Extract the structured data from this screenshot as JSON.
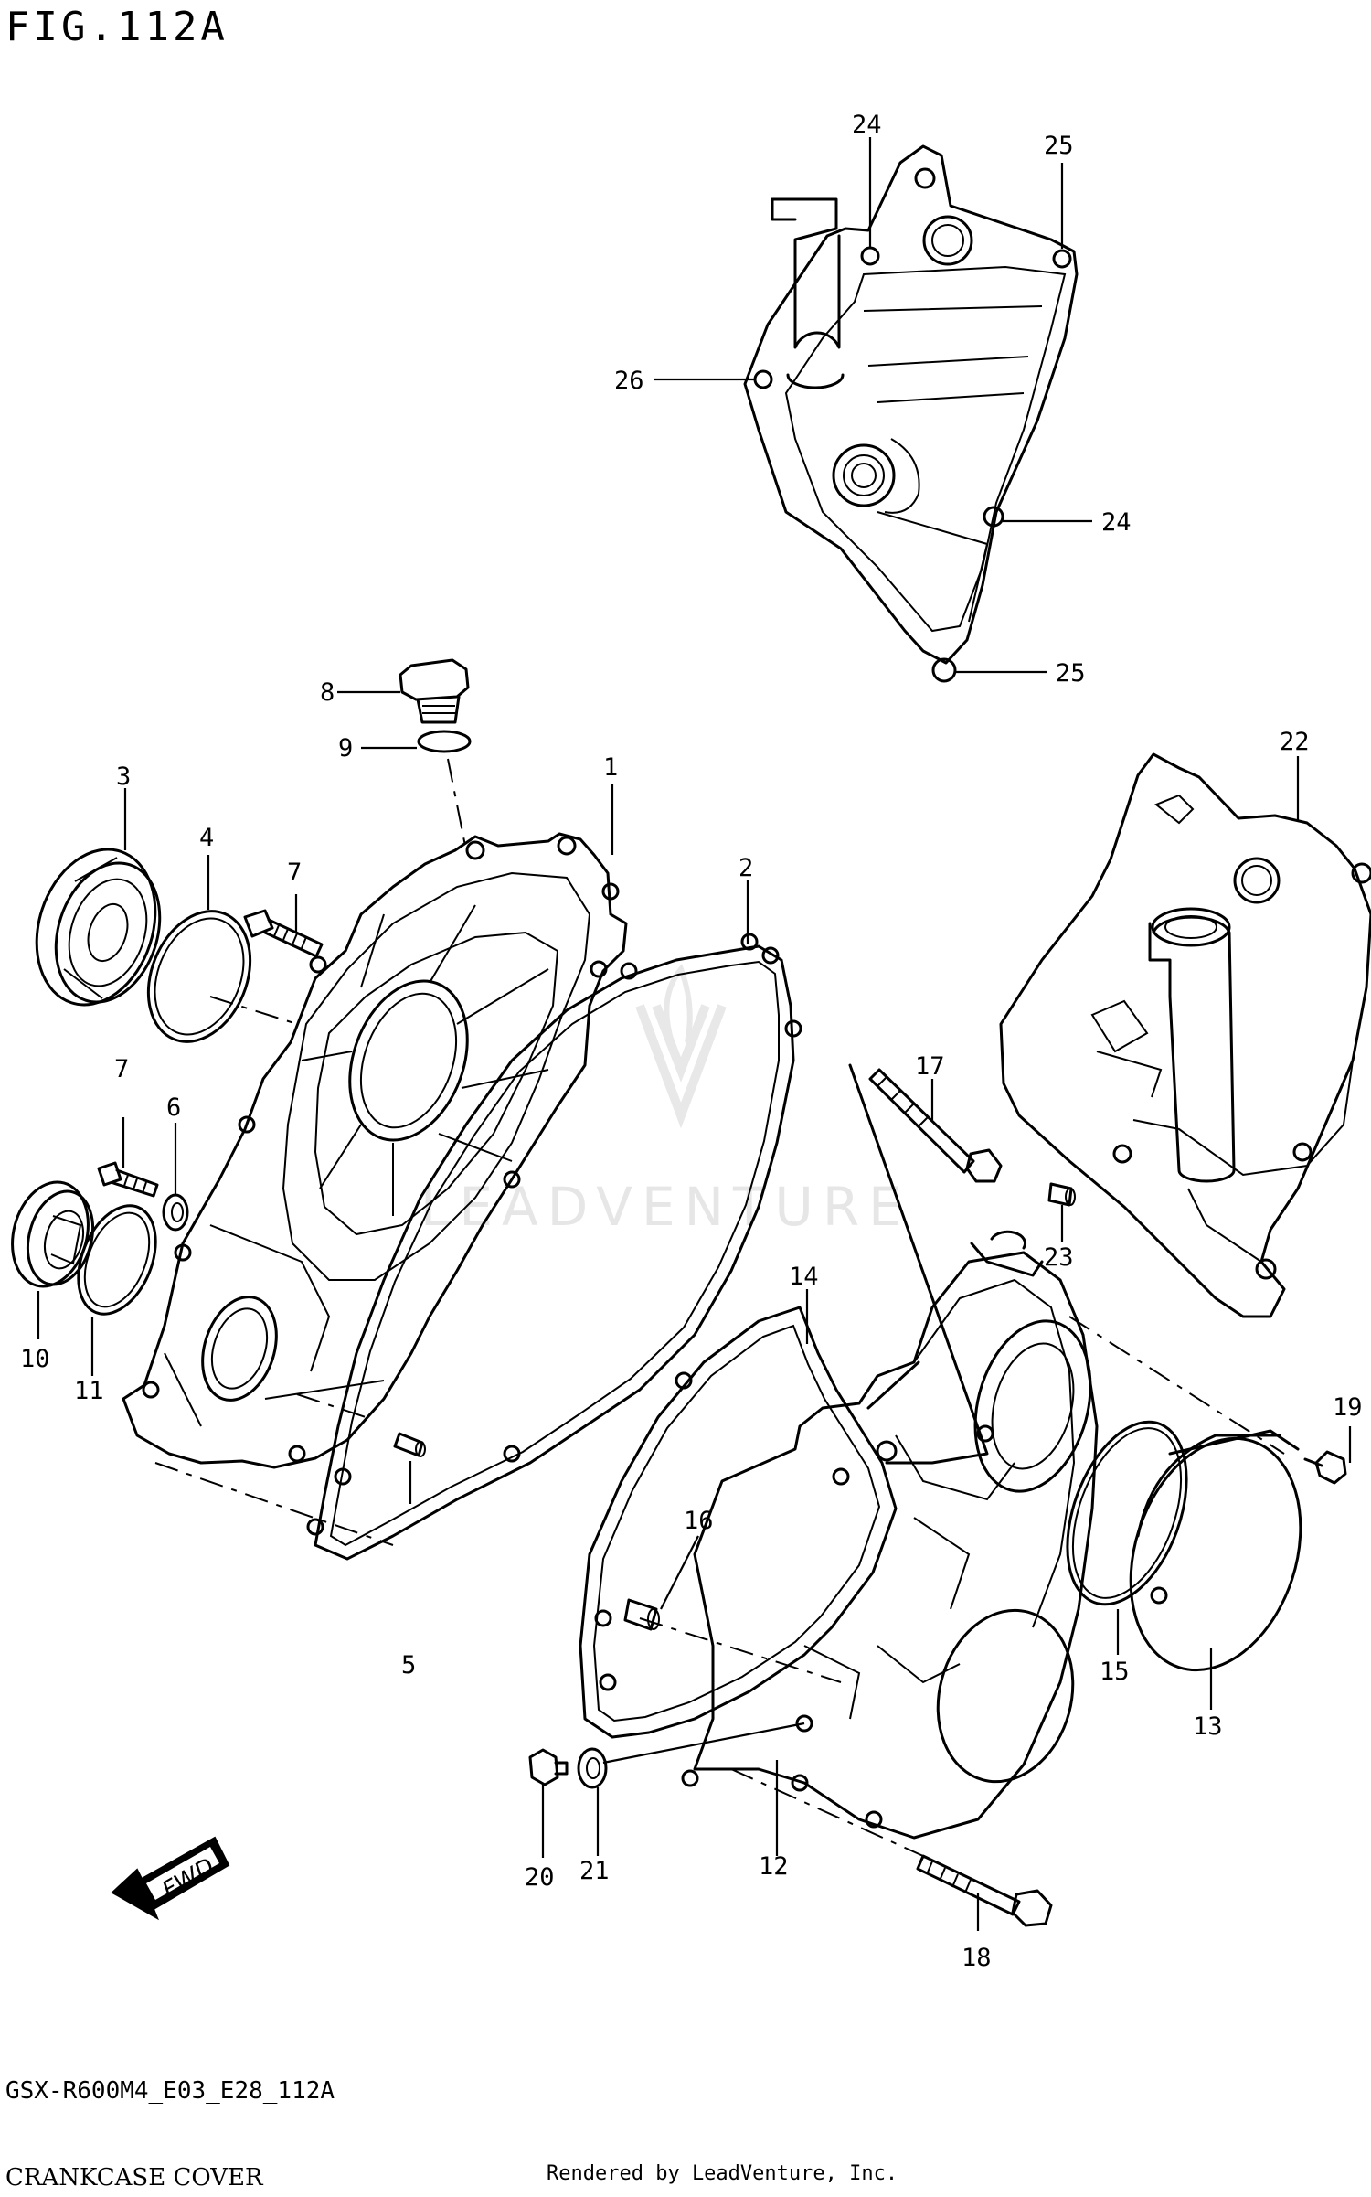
{
  "figure": {
    "title": "FIG.112A",
    "model_code": "GSX-R600M4_E03_E28_112A",
    "caption": "CRANKCASE COVER",
    "credit": "Rendered by LeadVenture, Inc.",
    "watermark": "LEADVENTURE"
  },
  "direction_badge": {
    "label": "FWD"
  },
  "callouts": [
    {
      "id": "c1",
      "label": "1"
    },
    {
      "id": "c2",
      "label": "2"
    },
    {
      "id": "c3",
      "label": "3"
    },
    {
      "id": "c4",
      "label": "4"
    },
    {
      "id": "c5",
      "label": "5"
    },
    {
      "id": "c6",
      "label": "6"
    },
    {
      "id": "c7a",
      "label": "7"
    },
    {
      "id": "c7b",
      "label": "7"
    },
    {
      "id": "c8",
      "label": "8"
    },
    {
      "id": "c9",
      "label": "9"
    },
    {
      "id": "c10",
      "label": "10"
    },
    {
      "id": "c11",
      "label": "11"
    },
    {
      "id": "c12",
      "label": "12"
    },
    {
      "id": "c13",
      "label": "13"
    },
    {
      "id": "c14",
      "label": "14"
    },
    {
      "id": "c15",
      "label": "15"
    },
    {
      "id": "c16",
      "label": "16"
    },
    {
      "id": "c17",
      "label": "17"
    },
    {
      "id": "c18",
      "label": "18"
    },
    {
      "id": "c19",
      "label": "19"
    },
    {
      "id": "c20",
      "label": "20"
    },
    {
      "id": "c21",
      "label": "21"
    },
    {
      "id": "c22",
      "label": "22"
    },
    {
      "id": "c23",
      "label": "23"
    },
    {
      "id": "c24a",
      "label": "24"
    },
    {
      "id": "c24b",
      "label": "24"
    },
    {
      "id": "c25a",
      "label": "25"
    },
    {
      "id": "c25b",
      "label": "25"
    },
    {
      "id": "c26",
      "label": "26"
    }
  ]
}
